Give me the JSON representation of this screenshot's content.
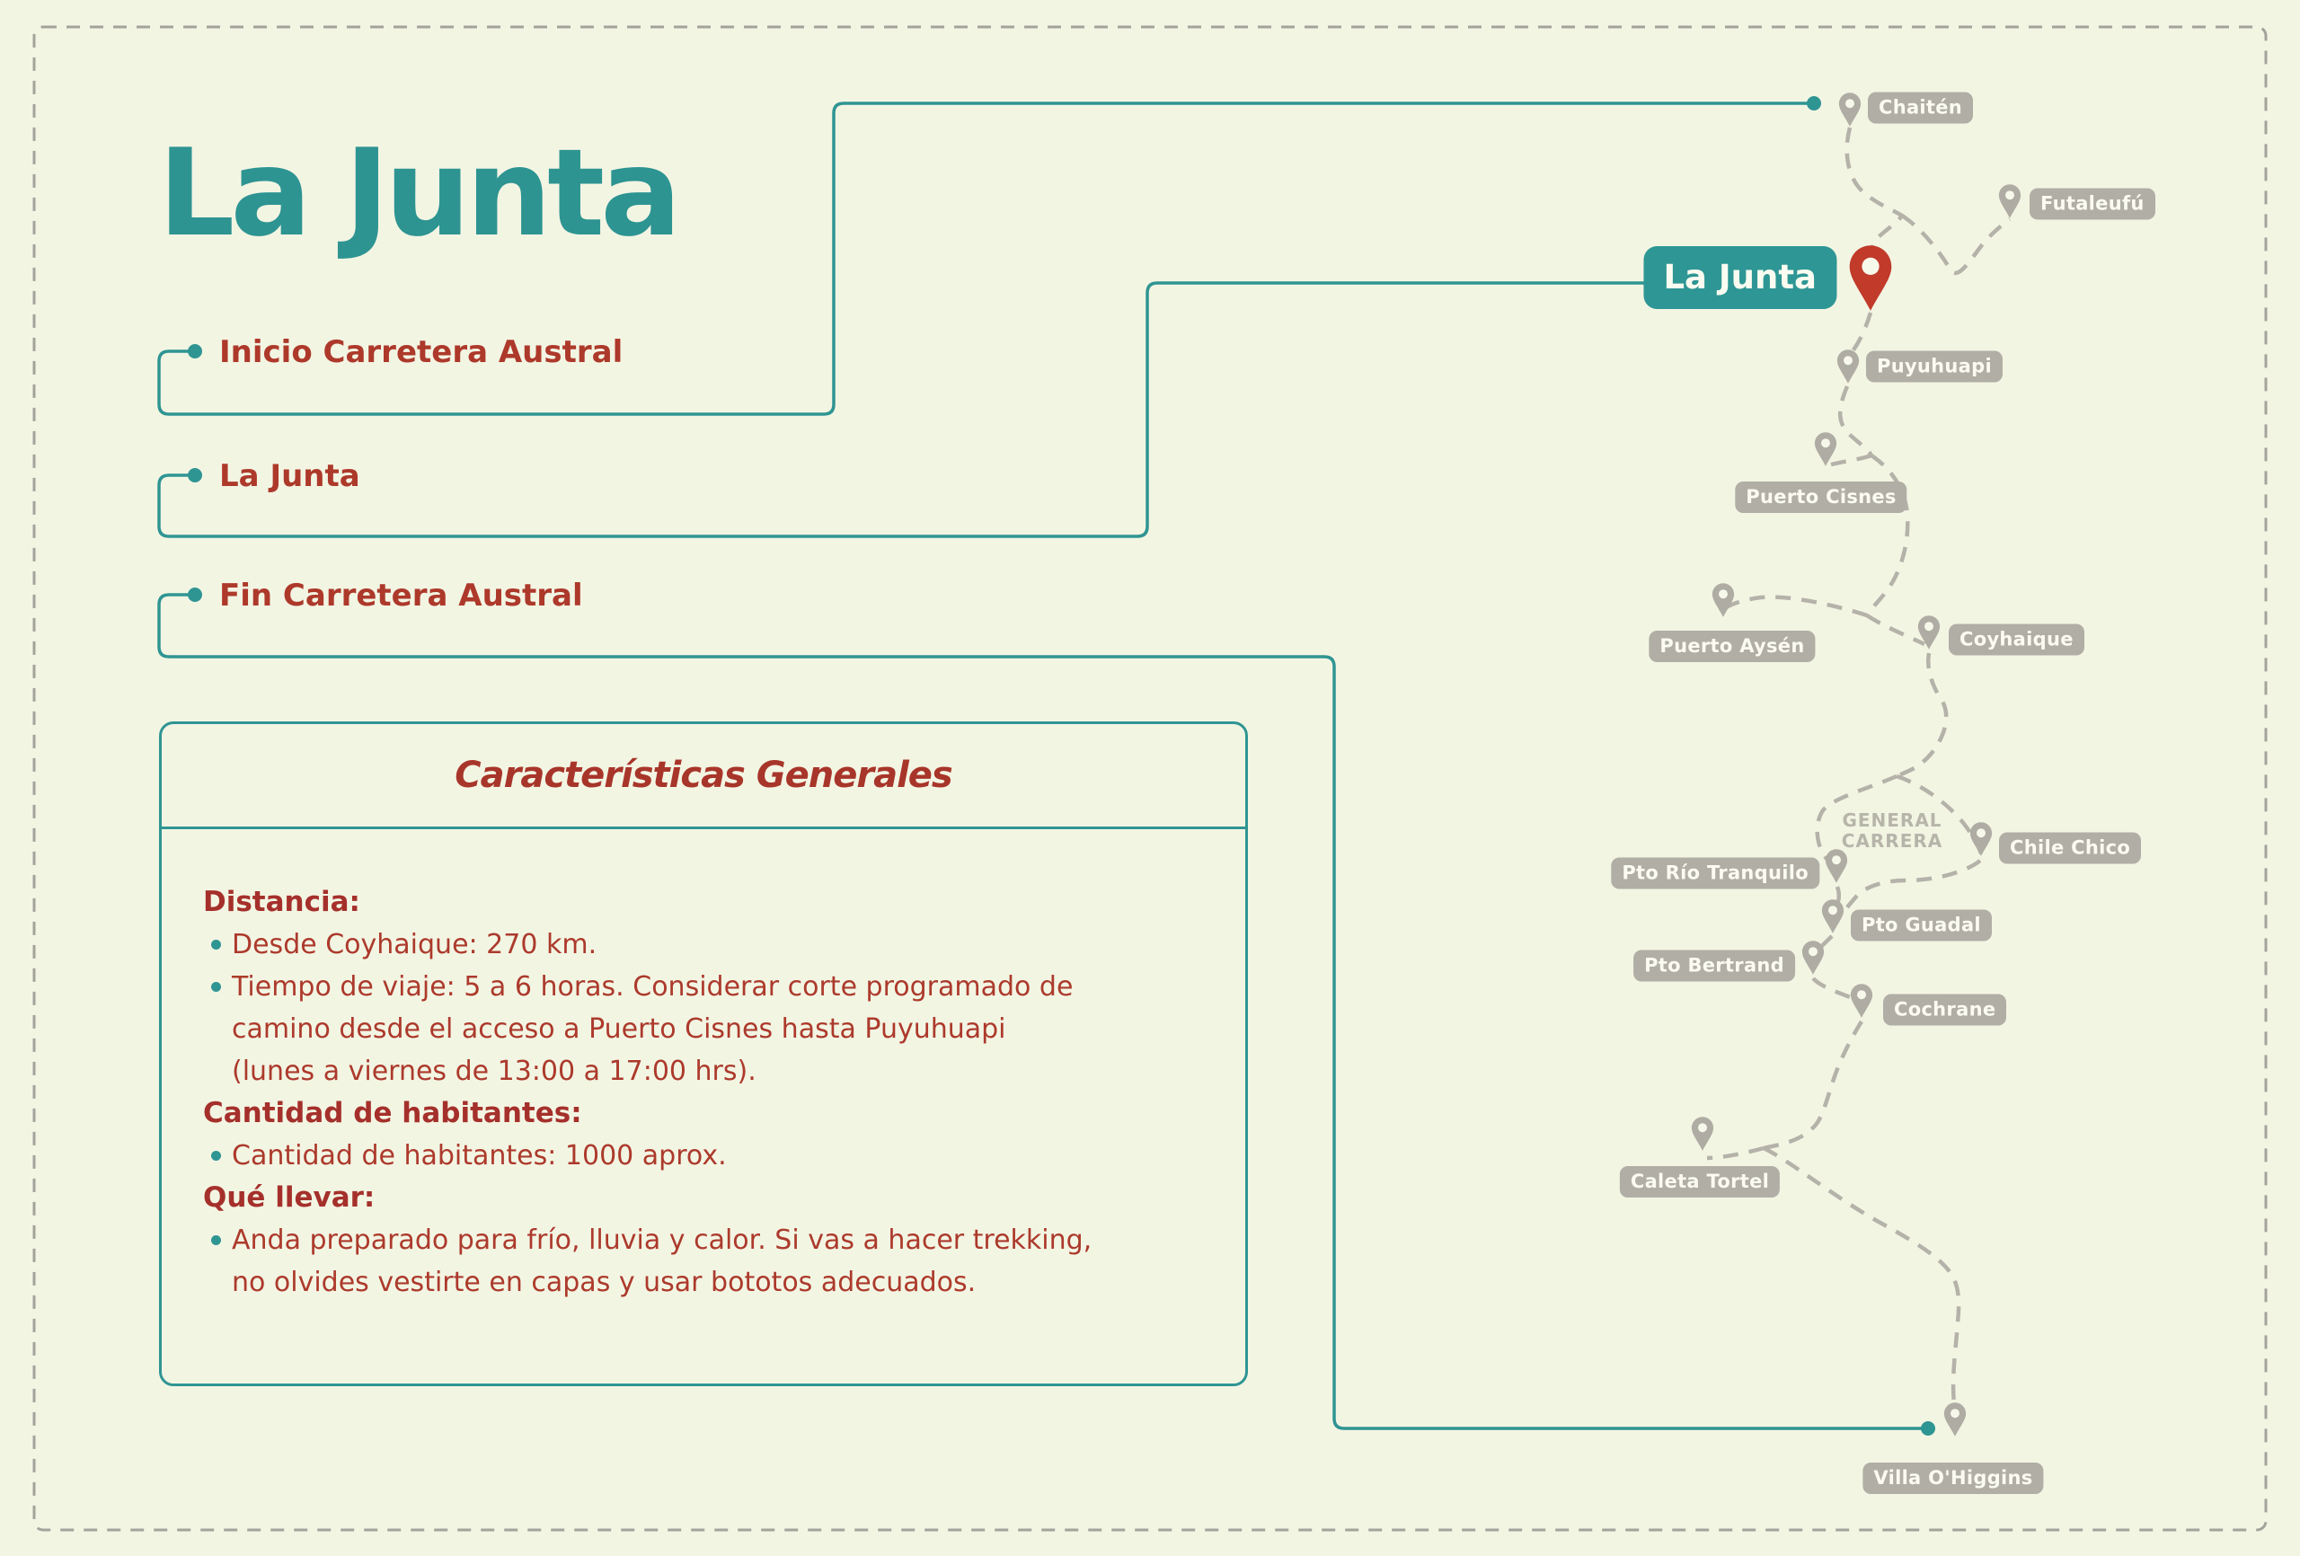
{
  "page_title": "La Junta",
  "legend": {
    "items": [
      {
        "label": "Inicio Carretera Austral"
      },
      {
        "label": "La Junta"
      },
      {
        "label": "Fin Carretera Austral"
      }
    ]
  },
  "info_box": {
    "title": "Características Generales",
    "sections": [
      {
        "heading": "Distancia:",
        "bullets": [
          {
            "lines": [
              "Desde Coyhaique: 270 km."
            ]
          },
          {
            "lines": [
              "Tiempo de viaje: 5 a 6 horas. Considerar corte programado de",
              "camino desde el acceso a Puerto Cisnes hasta Puyuhuapi",
              "(lunes a viernes de 13:00 a 17:00 hrs)."
            ]
          }
        ]
      },
      {
        "heading": "Cantidad de habitantes:",
        "bullets": [
          {
            "lines": [
              "Cantidad de habitantes: 1000 aprox."
            ]
          }
        ]
      },
      {
        "heading": "Qué llevar:",
        "bullets": [
          {
            "lines": [
              "Anda preparado para frío, lluvia y calor. Si vas a hacer trekking,",
              "no olvides vestirte en capas y usar bototos adecuados."
            ]
          }
        ]
      }
    ]
  },
  "map": {
    "highlight_label": "La Junta",
    "lake_label": "GENERAL\nCARRERA",
    "towns": [
      {
        "name": "Chaitén"
      },
      {
        "name": "Futaleufú"
      },
      {
        "name": "Puyuhuapi"
      },
      {
        "name": "Puerto Cisnes"
      },
      {
        "name": "Puerto Aysén"
      },
      {
        "name": "Coyhaique"
      },
      {
        "name": "Chile Chico"
      },
      {
        "name": "Pto Río Tranquilo"
      },
      {
        "name": "Pto Guadal"
      },
      {
        "name": "Pto Bertrand"
      },
      {
        "name": "Cochrane"
      },
      {
        "name": "Caleta Tortel"
      },
      {
        "name": "Villa O'Higgins"
      }
    ]
  },
  "colors": {
    "background": "#f3f5e3",
    "teal": "#2f9593",
    "red_text": "#ac3a2c",
    "map_gray": "#b0aea5",
    "pin_red": "#c13a2a",
    "road_gray": "#b4b2a9"
  }
}
